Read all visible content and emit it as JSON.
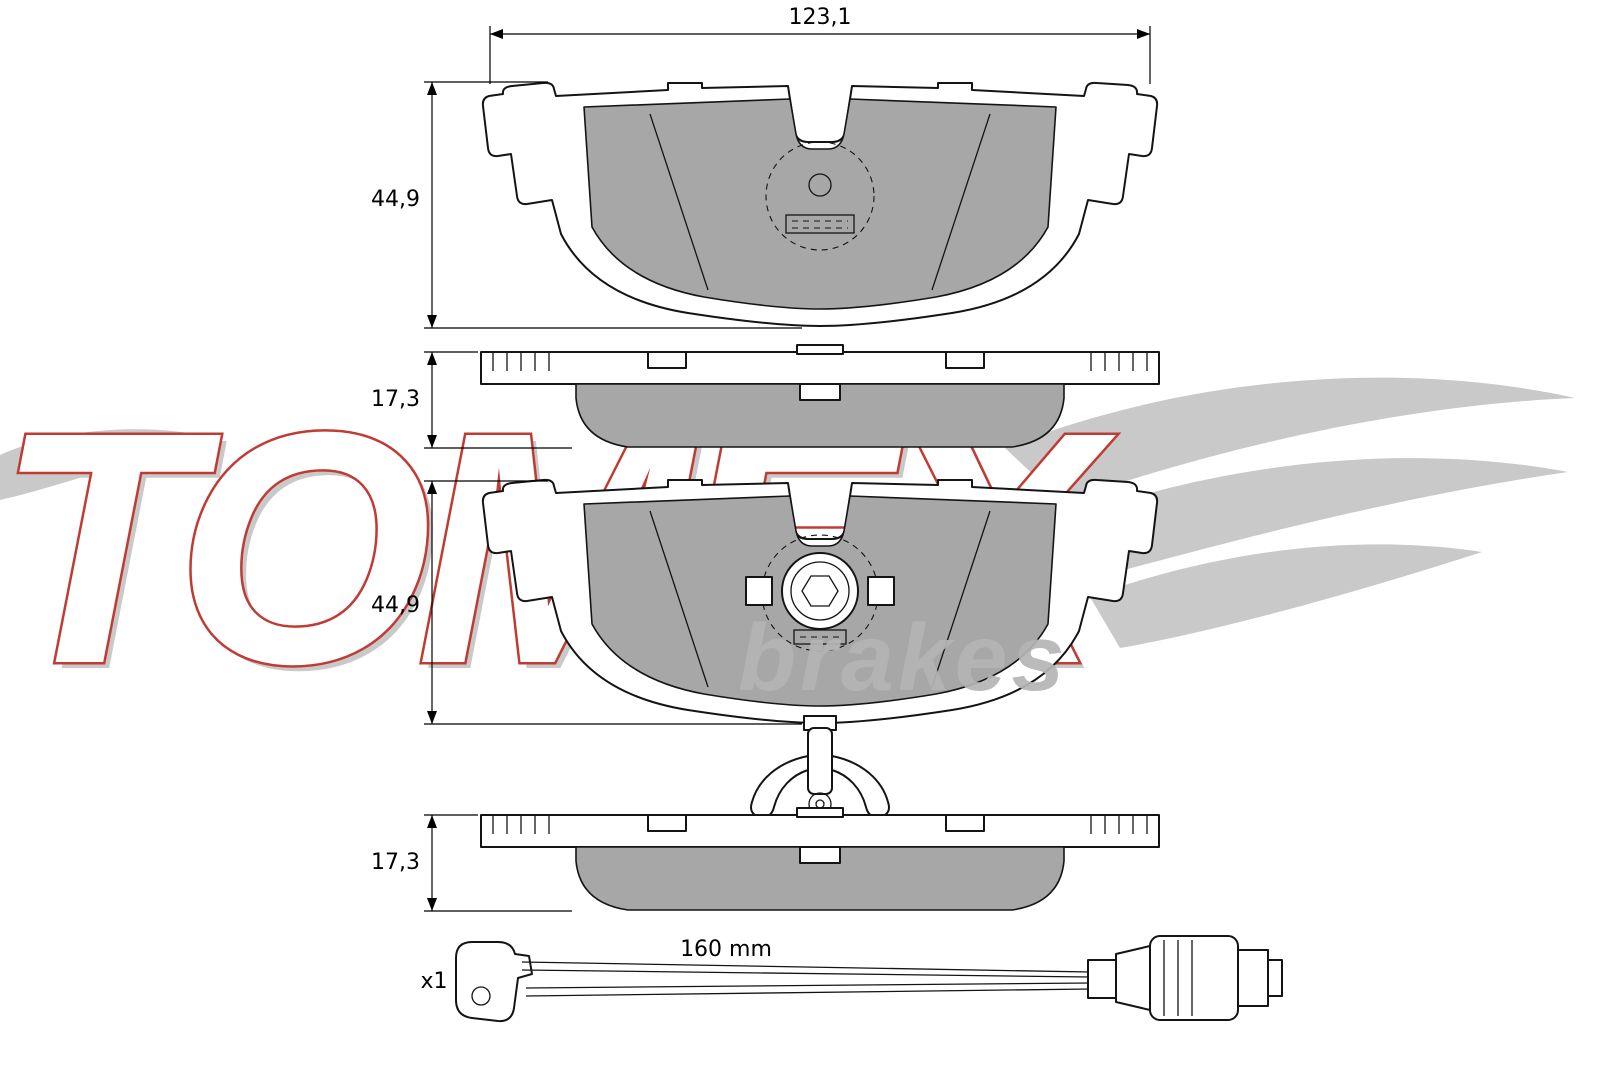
{
  "watermark": {
    "brand": "TOMEX",
    "subtitle": "brakes",
    "accent_red": "#bf3b33",
    "wing_gray": "#c9c9c9"
  },
  "drawing": {
    "outline_color": "#141414",
    "friction_color": "#a7a7a7",
    "dimensions": {
      "pad_width": "123,1",
      "pad1_height": "44,9",
      "side1_thickness": "17,3",
      "pad2_height": "44,9",
      "side2_thickness": "17,3"
    },
    "sensor": {
      "quantity": "x1",
      "wire_length": "160 mm"
    }
  }
}
